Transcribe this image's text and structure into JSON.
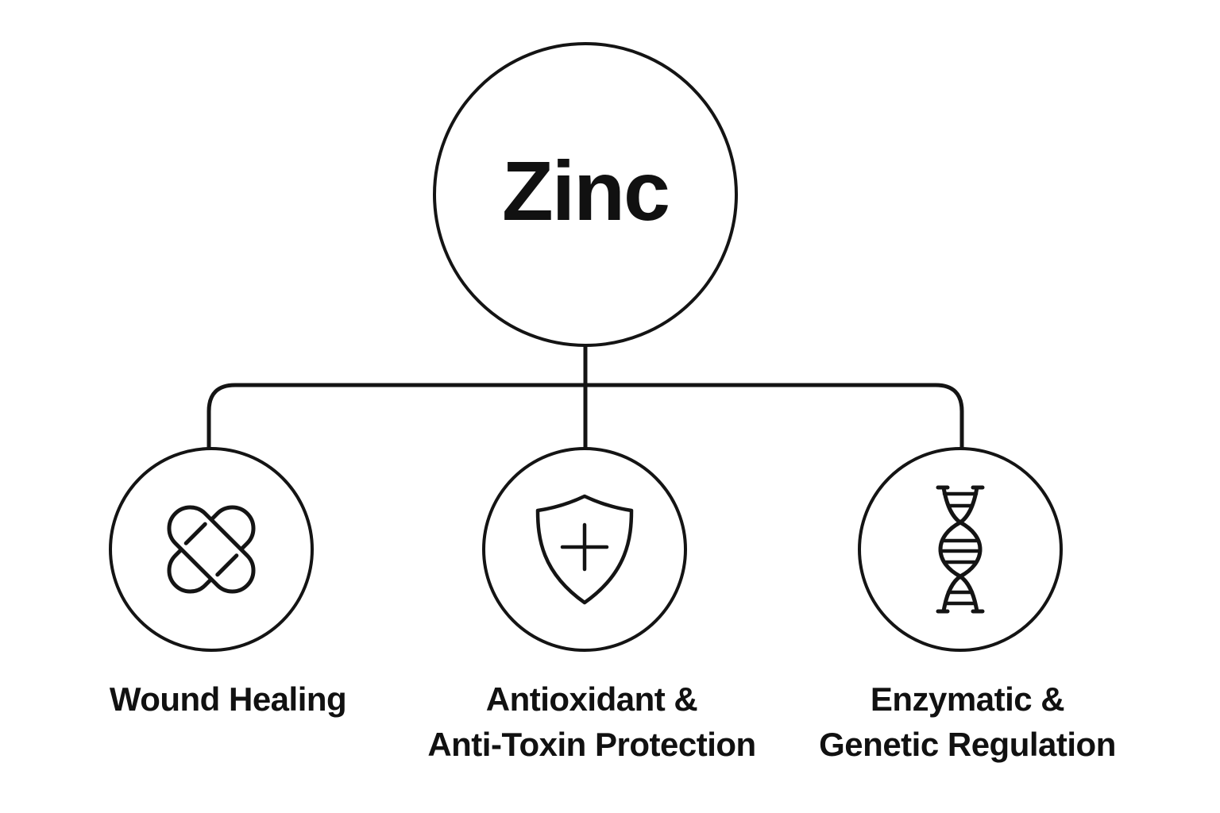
{
  "diagram": {
    "root": {
      "label": "Zinc"
    },
    "branches": [
      {
        "icon": "bandage-icon",
        "label_lines": [
          "Wound Healing",
          ""
        ]
      },
      {
        "icon": "shield-plus-icon",
        "label_lines": [
          "Antioxidant &",
          "Anti-Toxin Protection"
        ]
      },
      {
        "icon": "dna-icon",
        "label_lines": [
          "Enzymatic &",
          "Genetic Regulation"
        ]
      }
    ],
    "colors": {
      "stroke": "#141414",
      "text": "#111111",
      "background": "#ffffff"
    }
  }
}
